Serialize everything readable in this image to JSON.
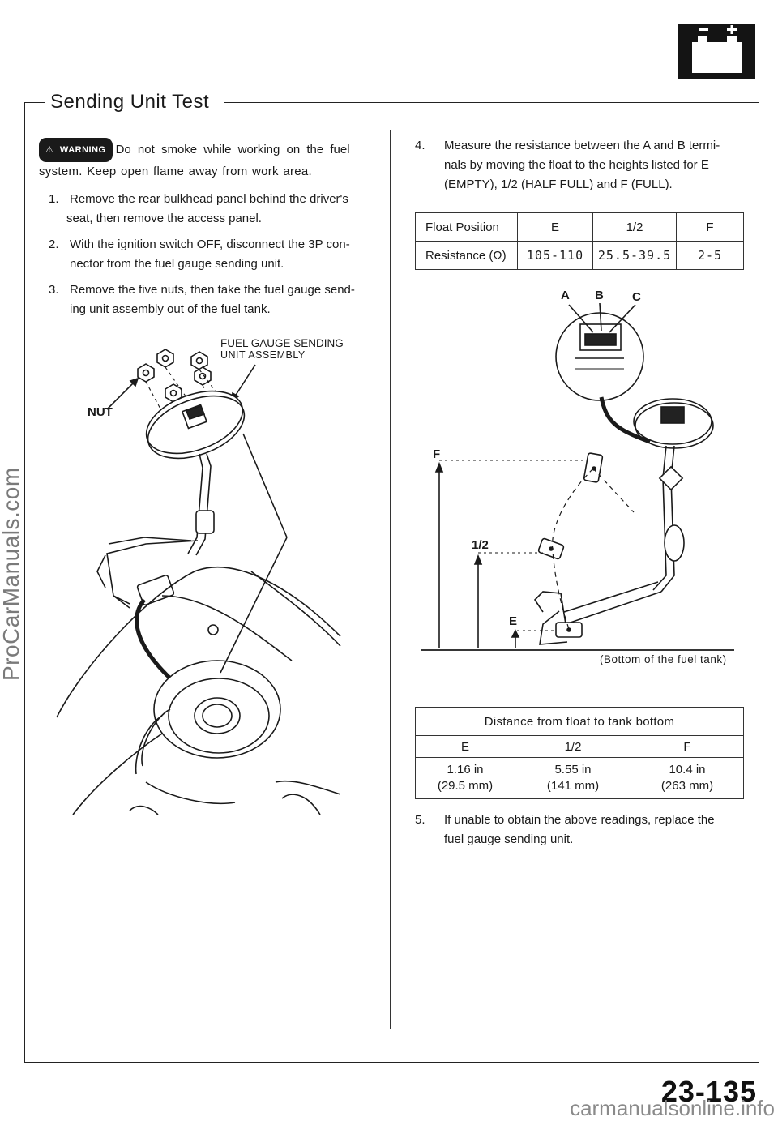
{
  "section_title": "Sending Unit Test",
  "warning": {
    "badge": "WARNING",
    "line1": "Do not smoke while working on the fuel",
    "line2": "system. Keep open flame away from work area."
  },
  "steps": [
    {
      "num": "1.",
      "lines": [
        "Remove the rear bulkhead panel behind the driver's",
        "seat, then remove the access panel."
      ]
    },
    {
      "num": "2.",
      "lines": [
        "With the ignition switch OFF, disconnect the 3P con-",
        "nector from the fuel gauge sending unit."
      ]
    },
    {
      "num": "3.",
      "lines": [
        "Remove the five nuts, then take the fuel gauge send-",
        "ing unit assembly out of the fuel tank."
      ]
    },
    {
      "num": "4.",
      "lines": [
        "Measure the resistance between the A and B termi-",
        "nals by moving the float to the heights listed for E",
        "(EMPTY), 1/2 (HALF FULL) and F (FULL)."
      ]
    },
    {
      "num": "5.",
      "lines": [
        "If unable to obtain the above readings, replace the",
        "fuel gauge sending unit."
      ]
    }
  ],
  "left_diagram": {
    "assembly_label_1": "FUEL GAUGE SENDING",
    "assembly_label_2": "UNIT ASSEMBLY",
    "nut_label": "NUT"
  },
  "resistance_table": {
    "row1": [
      "Float Position",
      "E",
      "1/2",
      "F"
    ],
    "row2": [
      "Resistance (Ω)",
      "105-110",
      "25.5-39.5",
      "2-5"
    ]
  },
  "right_diagram": {
    "terminal_a": "A",
    "terminal_b": "B",
    "terminal_c": "C",
    "level_f": "F",
    "level_half": "1/2",
    "level_e": "E",
    "caption": "(Bottom of the fuel tank)"
  },
  "distance_table": {
    "header": "Distance from float to tank bottom",
    "cols": [
      "E",
      "1/2",
      "F"
    ],
    "vals_in": [
      "1.16 in",
      "5.55 in",
      "10.4 in"
    ],
    "vals_mm": [
      "(29.5 mm)",
      "(141 mm)",
      "(263 mm)"
    ]
  },
  "page_number": "23-135",
  "side_watermark": "ProCarManuals.com",
  "bottom_watermark": "carmanualsonline.info"
}
